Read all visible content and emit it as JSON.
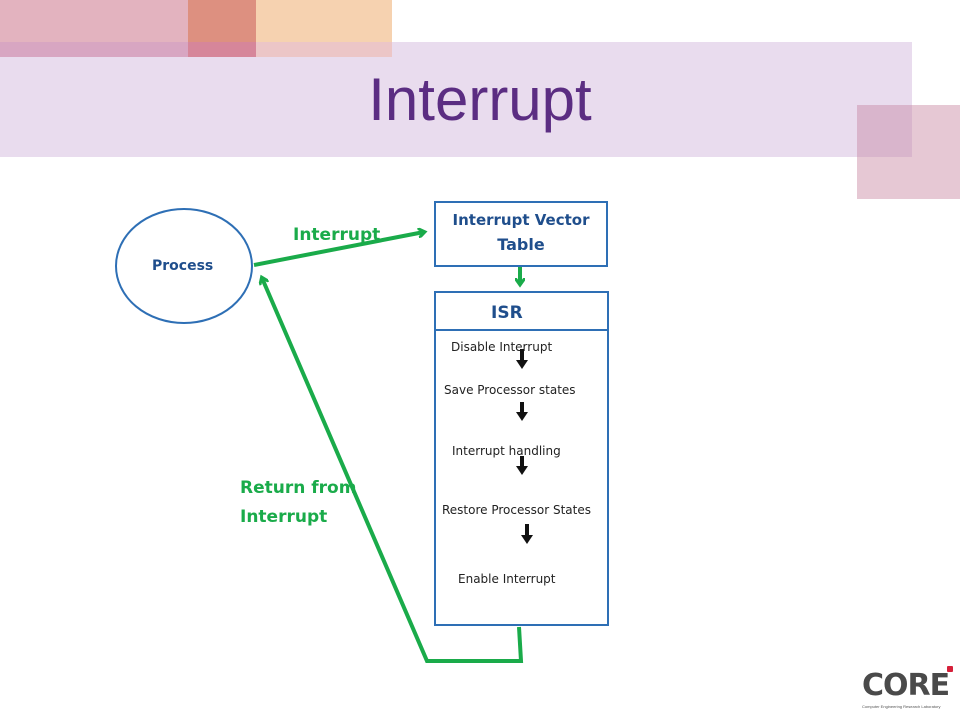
{
  "slide": {
    "title": "Interrupt"
  },
  "diagram": {
    "process_label": "Process",
    "interrupt_label": "Interrupt",
    "ivt_line1": "Interrupt Vector",
    "ivt_line2": "Table",
    "isr_title": "ISR",
    "isr_steps": [
      "Disable Interrupt",
      "Save Processor states",
      "Interrupt handling",
      "Restore Processor States",
      "Enable Interrupt"
    ],
    "return_line1": "Return from",
    "return_line2": "Interrupt"
  },
  "logo": {
    "text": "CORE",
    "tagline": "Computer Engineering Research Laboratory"
  },
  "colors": {
    "title": "#5b2d82",
    "title_band": "#e9dcee",
    "arrow": "#1aab4a",
    "box_border": "#2e6fb5",
    "blue_text": "#1f4e8c"
  }
}
